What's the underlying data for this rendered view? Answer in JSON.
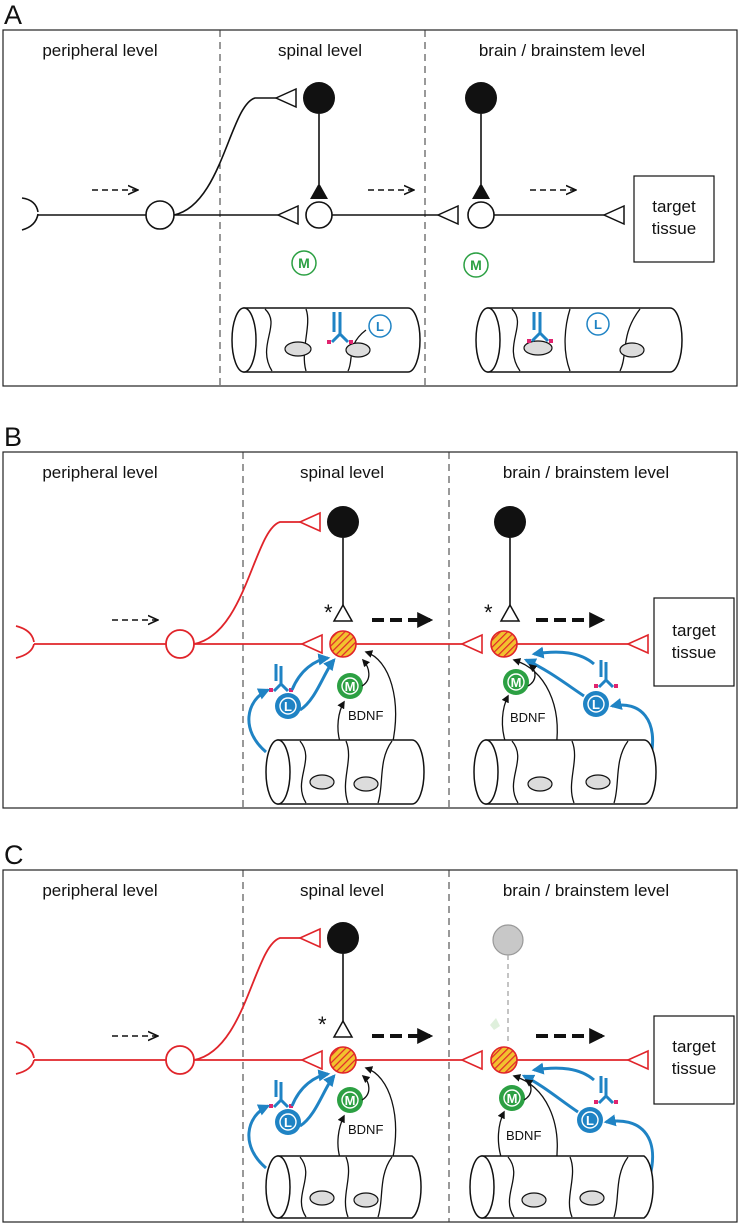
{
  "panels": [
    {
      "label": "A",
      "levels": [
        "peripheral level",
        "spinal level",
        "brain / brainstem level"
      ],
      "target": [
        "target",
        "tissue"
      ],
      "microglia_letter": "M",
      "lymphocyte_letter": "L"
    },
    {
      "label": "B",
      "levels": [
        "peripheral level",
        "spinal level",
        "brain / brainstem level"
      ],
      "target": [
        "target",
        "tissue"
      ],
      "microglia_letter": "M",
      "lymphocyte_letter": "L",
      "factor": "BDNF",
      "asterisk": "*"
    },
    {
      "label": "C",
      "levels": [
        "peripheral level",
        "spinal level",
        "brain / brainstem level"
      ],
      "target": [
        "target",
        "tissue"
      ],
      "microglia_letter": "M",
      "lymphocyte_letter": "L",
      "factor": "BDNF",
      "asterisk": "*"
    }
  ],
  "colors": {
    "sensitized_pathway": "#e0242a",
    "microglia": "#2ca043",
    "lymphocyte": "#1f83c4",
    "antibody": "#1f83c4",
    "antibody_tips": "#e0246e",
    "hatched_soma": "#f2c12e"
  }
}
